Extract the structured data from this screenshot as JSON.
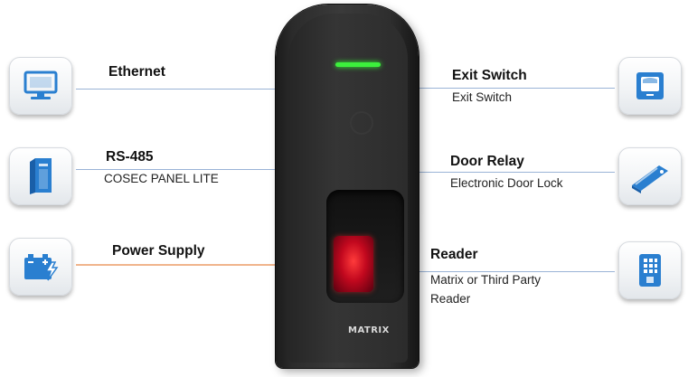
{
  "left_connections": [
    {
      "title": "Ethernet",
      "subtitle": "",
      "icon": "monitor-icon"
    },
    {
      "title": "RS-485",
      "subtitle": "COSEC PANEL LITE",
      "icon": "panel-icon"
    },
    {
      "title": "Power Supply",
      "subtitle": "",
      "icon": "battery-bolt-icon"
    }
  ],
  "right_connections": [
    {
      "title": "Exit Switch",
      "subtitle": "Exit Switch",
      "icon": "exit-switch-icon"
    },
    {
      "title": "Door Relay",
      "subtitle": "Electronic Door Lock",
      "icon": "door-lock-icon"
    },
    {
      "title": "Reader",
      "subtitle_line1": "Matrix or Third Party",
      "subtitle_line2": "Reader",
      "icon": "keypad-reader-icon"
    }
  ],
  "device": {
    "brand": "MATRIX",
    "led_color": "#3cf03c",
    "sensor_color": "#d0102a"
  },
  "colors": {
    "line": "#9ab3d6",
    "power_line": "#f0b48c",
    "icon_blue": "#2a7fd0"
  }
}
